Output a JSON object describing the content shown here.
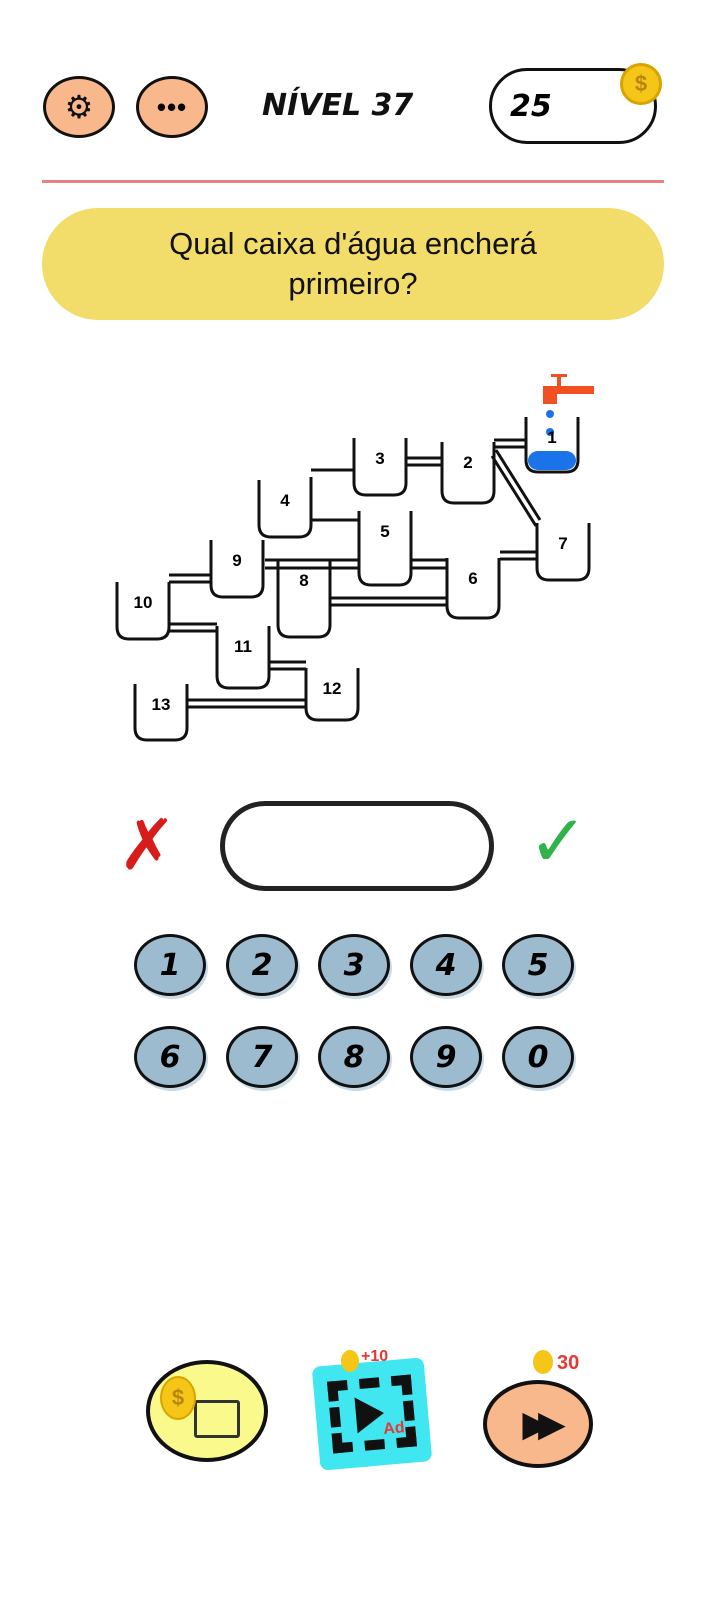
{
  "header": {
    "level_title": "NÍVEL 37",
    "coins": "25"
  },
  "question": "Qual caixa d'água encherá primeiro?",
  "tanks": [
    "1",
    "2",
    "3",
    "4",
    "5",
    "6",
    "7",
    "8",
    "9",
    "10",
    "11",
    "12",
    "13"
  ],
  "answer": {
    "value": ""
  },
  "keypad": [
    "1",
    "2",
    "3",
    "4",
    "5",
    "6",
    "7",
    "8",
    "9",
    "0"
  ],
  "bottom": {
    "ad_reward": "+10",
    "ad_label": "Ad",
    "skip_cost": "30"
  },
  "colors": {
    "accent": "#f8b88b",
    "banner": "#f2dc6a",
    "divider": "#ee7f80",
    "water": "#1a73e8",
    "faucet": "#f25022"
  }
}
